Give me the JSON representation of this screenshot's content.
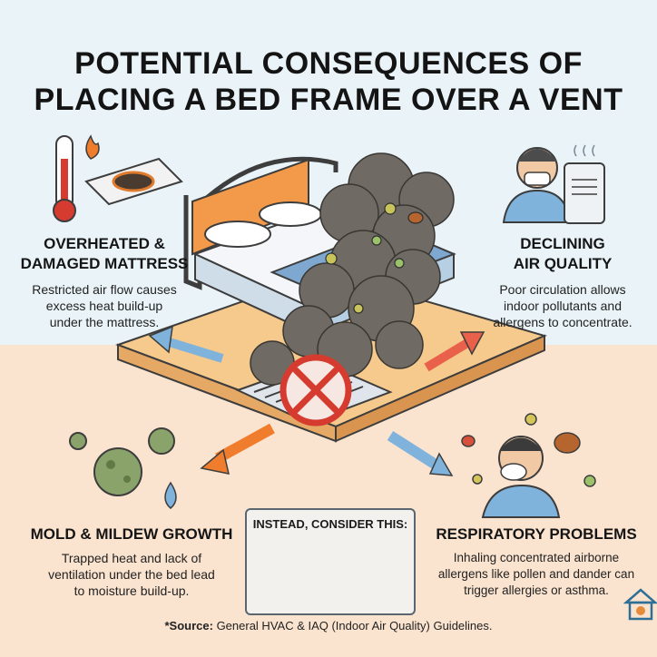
{
  "title": {
    "line1": "POTENTIAL CONSEQUENCES OF",
    "line2": "PLACING A BED FRAME OVER A VENT"
  },
  "sections": {
    "mattress": {
      "heading1": "OVERHEATED &",
      "heading2": "DAMAGED MATTRESS",
      "body1": "Restricted air flow causes",
      "body2": "excess heat build-up",
      "body3": "under the mattress."
    },
    "air_quality": {
      "heading1": "DECLINING",
      "heading2": "AIR QUALITY",
      "body1": "Poor circulation allows",
      "body2": "indoor pollutants and",
      "body3": "allergens to concentrate."
    },
    "mold": {
      "heading": "MOLD & MILDEW GROWTH",
      "body1": "Trapped heat and lack of",
      "body2": "ventilation under the bed lead",
      "body3": "to moisture build-up."
    },
    "respiratory": {
      "heading": "RESPIRATORY PROBLEMS",
      "body1": "Inhaling concentrated airborne",
      "body2": "allergens like pollen and dander can",
      "body3": "trigger allergies or asthma."
    }
  },
  "consider": {
    "title": "INSTEAD, CONSIDER THIS:"
  },
  "source": {
    "label": "*Source:",
    "text": " General HVAC & IAQ (Indoor Air Quality) Guidelines."
  },
  "colors": {
    "accent_red": "#d63b2f",
    "accent_blue": "#7fb3dc",
    "accent_orange": "#ef7d2d",
    "dust_gray": "#6f6a63"
  }
}
